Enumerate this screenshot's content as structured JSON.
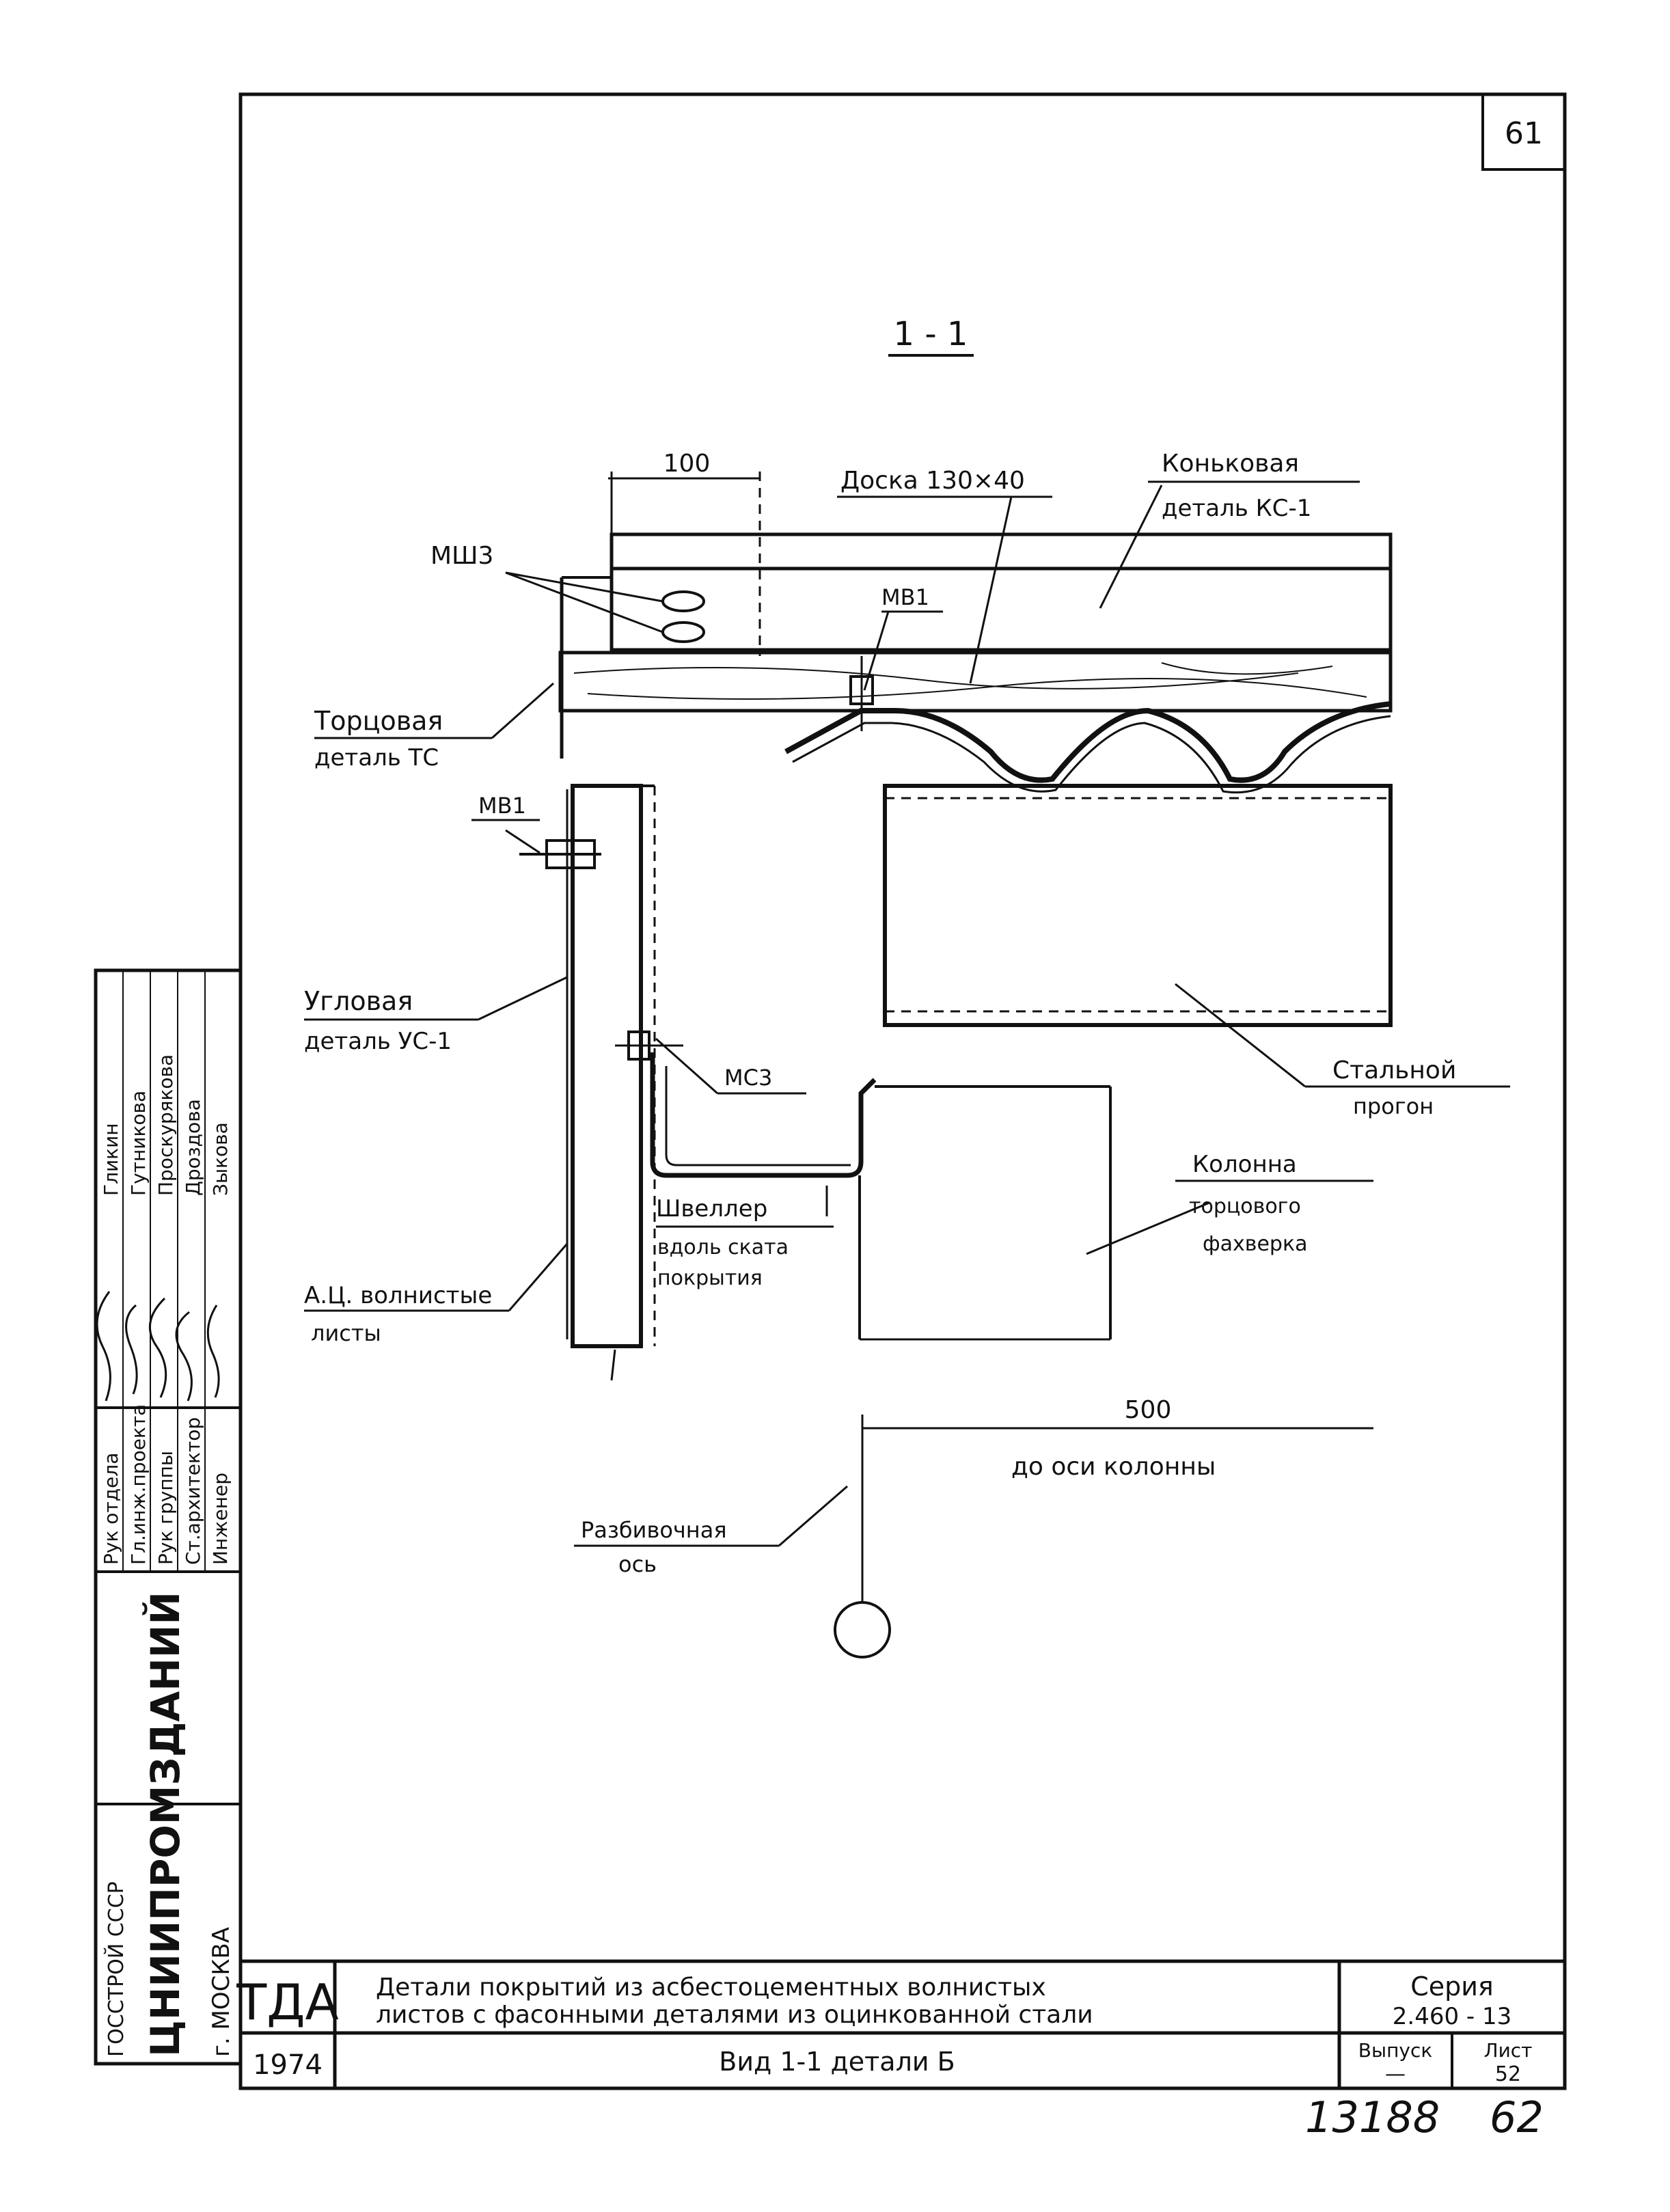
{
  "corner_page": "61",
  "section_title": "1 - 1",
  "dimensions": {
    "board_width": "100",
    "offset": "500"
  },
  "labels": {
    "board": "Доска 130×40",
    "ridge_1": "Коньковая",
    "ridge_2": "деталь КС-1",
    "msh3": "МШ3",
    "mv1_top": "МВ1",
    "end_1": "Торцовая",
    "end_2": "деталь ТС",
    "mv1_left": "МВ1",
    "corner_1": "Угловая",
    "corner_2": "деталь УС-1",
    "ms3": "МС3",
    "purlin_1": "Стальной",
    "purlin_2": "прогон",
    "column_1": "Колонна",
    "column_2": "торцового",
    "column_3": "фахверка",
    "channel_1": "Швеллер",
    "channel_2": "вдоль ската",
    "channel_3": "покрытия",
    "sheets_1": "А.Ц. волнистые",
    "sheets_2": "листы",
    "to_axis": "до оси колонны",
    "axis_1": "Разбивочная",
    "axis_2": "ось"
  },
  "side_stamp": {
    "org_1": "ГОССТРОЙ СССР",
    "org_2": "ЦНИИПРОМЗДАНИЙ",
    "org_3": "г. МОСКВА",
    "roles": [
      "Рук отдела",
      "Гл.инж.проекта",
      "Рук группы",
      "Ст.архитектор",
      "Инженер"
    ],
    "names": [
      "Гликин",
      "Гутникова",
      "Проскурякова",
      "Дроздова",
      "Зыкова"
    ]
  },
  "title_block": {
    "code": "ТДА",
    "year": "1974",
    "title_line1": "Детали покрытий из асбестоцементных волнистых",
    "title_line2": "листов с фасонными деталями из оцинкованной стали",
    "subtitle": "Вид 1-1 детали Б",
    "series_label": "Серия",
    "series_value": "2.460 - 13",
    "issue_label": "Выпуск",
    "issue_value": "—",
    "sheet_label": "Лист",
    "sheet_value": "52"
  },
  "handwritten": {
    "archive": "13188",
    "page": "62"
  },
  "colors": {
    "ink": "#111111",
    "paper": "#ffffff"
  }
}
